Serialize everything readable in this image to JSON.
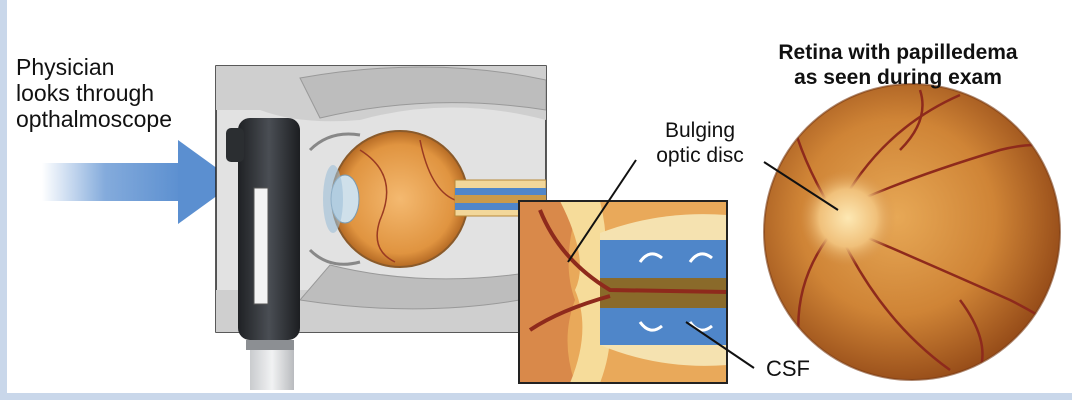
{
  "labels": {
    "physician": [
      "Physician",
      "looks through",
      "opthalmoscope"
    ],
    "retina_title": [
      "Retina with papilledema",
      "as seen during exam"
    ],
    "bulging": [
      "Bulging",
      "optic disc"
    ],
    "csf": "CSF"
  },
  "colors": {
    "arrow_blue": "#5b8fd0",
    "frame": "#c9d7ea",
    "fundus_orange": "#d28a3a",
    "fundus_dark": "#9a4a1a",
    "vessel_red": "#8e2a1c",
    "csf_blue": "#4f86c9",
    "scope_body": "#2f3236"
  }
}
